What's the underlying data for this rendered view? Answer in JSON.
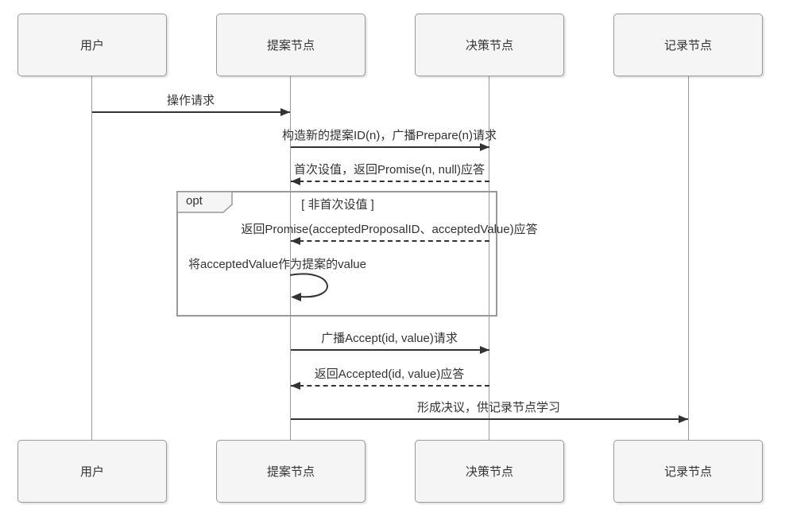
{
  "diagram": {
    "type": "sequence-diagram",
    "topic": "Paxos-style proposal flow",
    "participants": [
      {
        "id": "user",
        "label": "用户"
      },
      {
        "id": "proposer",
        "label": "提案节点"
      },
      {
        "id": "decider",
        "label": "决策节点"
      },
      {
        "id": "recorder",
        "label": "记录节点"
      }
    ],
    "messages": [
      {
        "from": "用户",
        "to": "提案节点",
        "style": "solid",
        "label": "操作请求"
      },
      {
        "from": "提案节点",
        "to": "决策节点",
        "style": "solid",
        "label": "构造新的提案ID(n)，广播Prepare(n)请求"
      },
      {
        "from": "决策节点",
        "to": "提案节点",
        "style": "dashed",
        "label": "首次设值，返回Promise(n, null)应答"
      },
      {
        "from": "决策节点",
        "to": "提案节点",
        "style": "dashed",
        "label": "返回Promise(acceptedProposalID、acceptedValue)应答"
      },
      {
        "from": "提案节点",
        "to": "提案节点",
        "style": "self",
        "label": "将acceptedValue作为提案的value"
      },
      {
        "from": "提案节点",
        "to": "决策节点",
        "style": "solid",
        "label": "广播Accept(id, value)请求"
      },
      {
        "from": "决策节点",
        "to": "提案节点",
        "style": "dashed",
        "label": "返回Accepted(id, value)应答"
      },
      {
        "from": "提案节点",
        "to": "记录节点",
        "style": "solid",
        "label": "形成决议，供记录节点学习"
      }
    ],
    "opt_frame": {
      "operator": "opt",
      "guard": "[ 非首次设值 ]",
      "contains_messages": [
        3,
        4
      ]
    },
    "colors": {
      "background": "#ffffff",
      "box_fill": "#f5f5f5",
      "box_border": "#999999",
      "lifeline": "#999999",
      "arrow": "#333333",
      "text": "#333333",
      "frame_border": "#999999"
    }
  }
}
